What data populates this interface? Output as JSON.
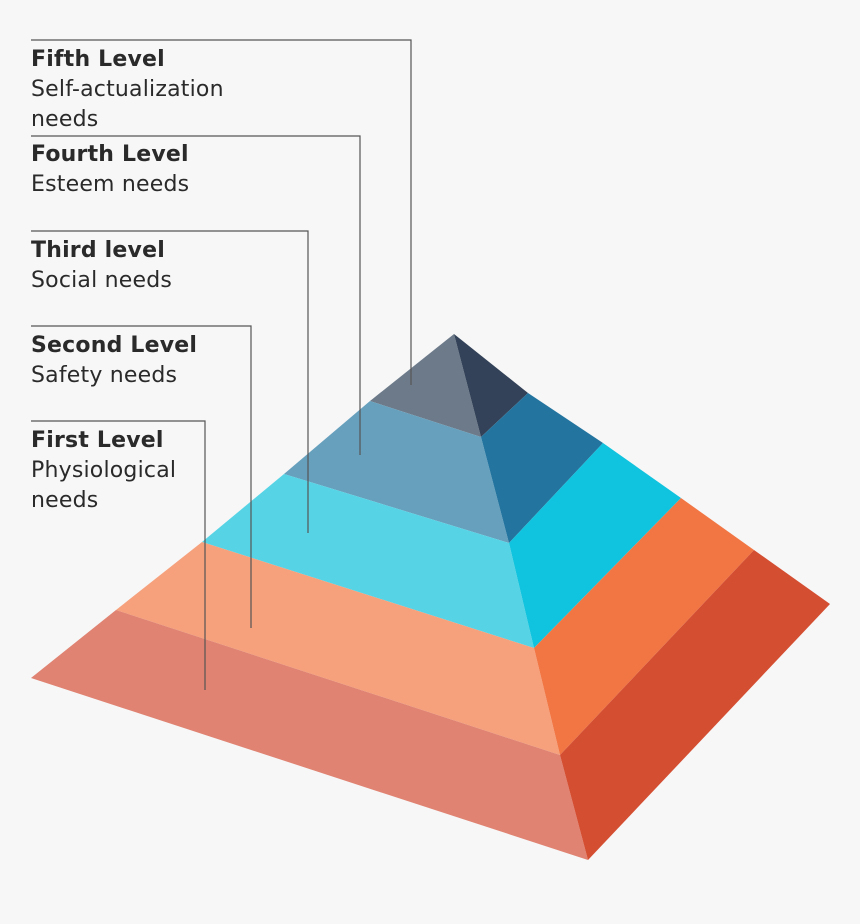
{
  "levels": [
    {
      "title": "Fifth Level",
      "description": "Self-actualization needs"
    },
    {
      "title": "Fourth Level",
      "description": "Esteem needs"
    },
    {
      "title": "Third level",
      "description": "Social needs"
    },
    {
      "title": "Second Level",
      "description": "Safety needs"
    },
    {
      "title": "First Level",
      "description": "Physiological needs"
    }
  ],
  "colors": {
    "background": "#f7f7f7",
    "text": "#2a2a2a",
    "leader_line": "#555555",
    "fifth_left": "#6c7a8a",
    "fifth_right": "#334258",
    "fourth_left": "#66a0bd",
    "fourth_right": "#23749f",
    "third_left": "#56d4e6",
    "third_right": "#10c3de",
    "second_left": "#f6a07c",
    "second_right": "#f17644",
    "first_left": "#e08372",
    "first_right": "#d44e32"
  }
}
